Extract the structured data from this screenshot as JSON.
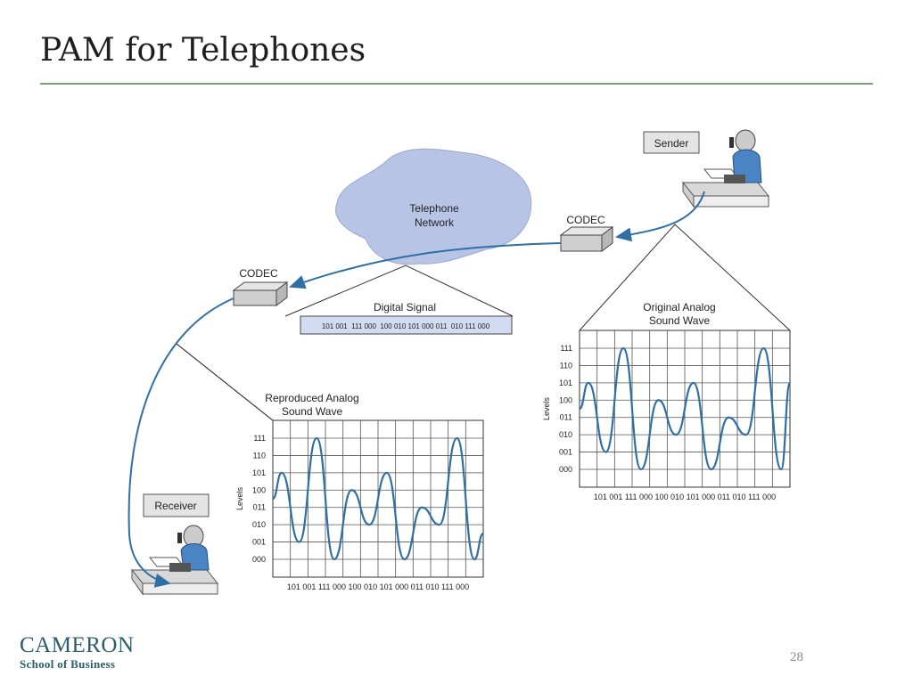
{
  "slide": {
    "title": "PAM for Telephones",
    "page_number": "28"
  },
  "logo": {
    "main": "CAMERON",
    "sub": "School of Business"
  },
  "diagram": {
    "sender_label": "Sender",
    "receiver_label": "Receiver",
    "codec_left_label": "CODEC",
    "codec_right_label": "CODEC",
    "network_line1": "Telephone",
    "network_line2": "Network",
    "digital_signal_label": "Digital Signal",
    "digital_signal_bits": "101 001  111 000  100 010 101 000 011  010 111 000",
    "original_wave_line1": "Original Analog",
    "original_wave_line2": "Sound Wave",
    "reproduced_wave_line1": "Reproduced Analog",
    "reproduced_wave_line2": "Sound Wave",
    "levels_axis_label": "Levels",
    "level_labels": [
      "111",
      "110",
      "101",
      "100",
      "011",
      "010",
      "001",
      "000"
    ],
    "sample_sequence": "101 001 111 000 100 010 101 000 011 010 111 000"
  },
  "colors": {
    "accent_rule": "#7ea37c",
    "cloud": "#b8c4e6",
    "wave": "#2f6fa3",
    "logo": "#2a5d6e"
  }
}
